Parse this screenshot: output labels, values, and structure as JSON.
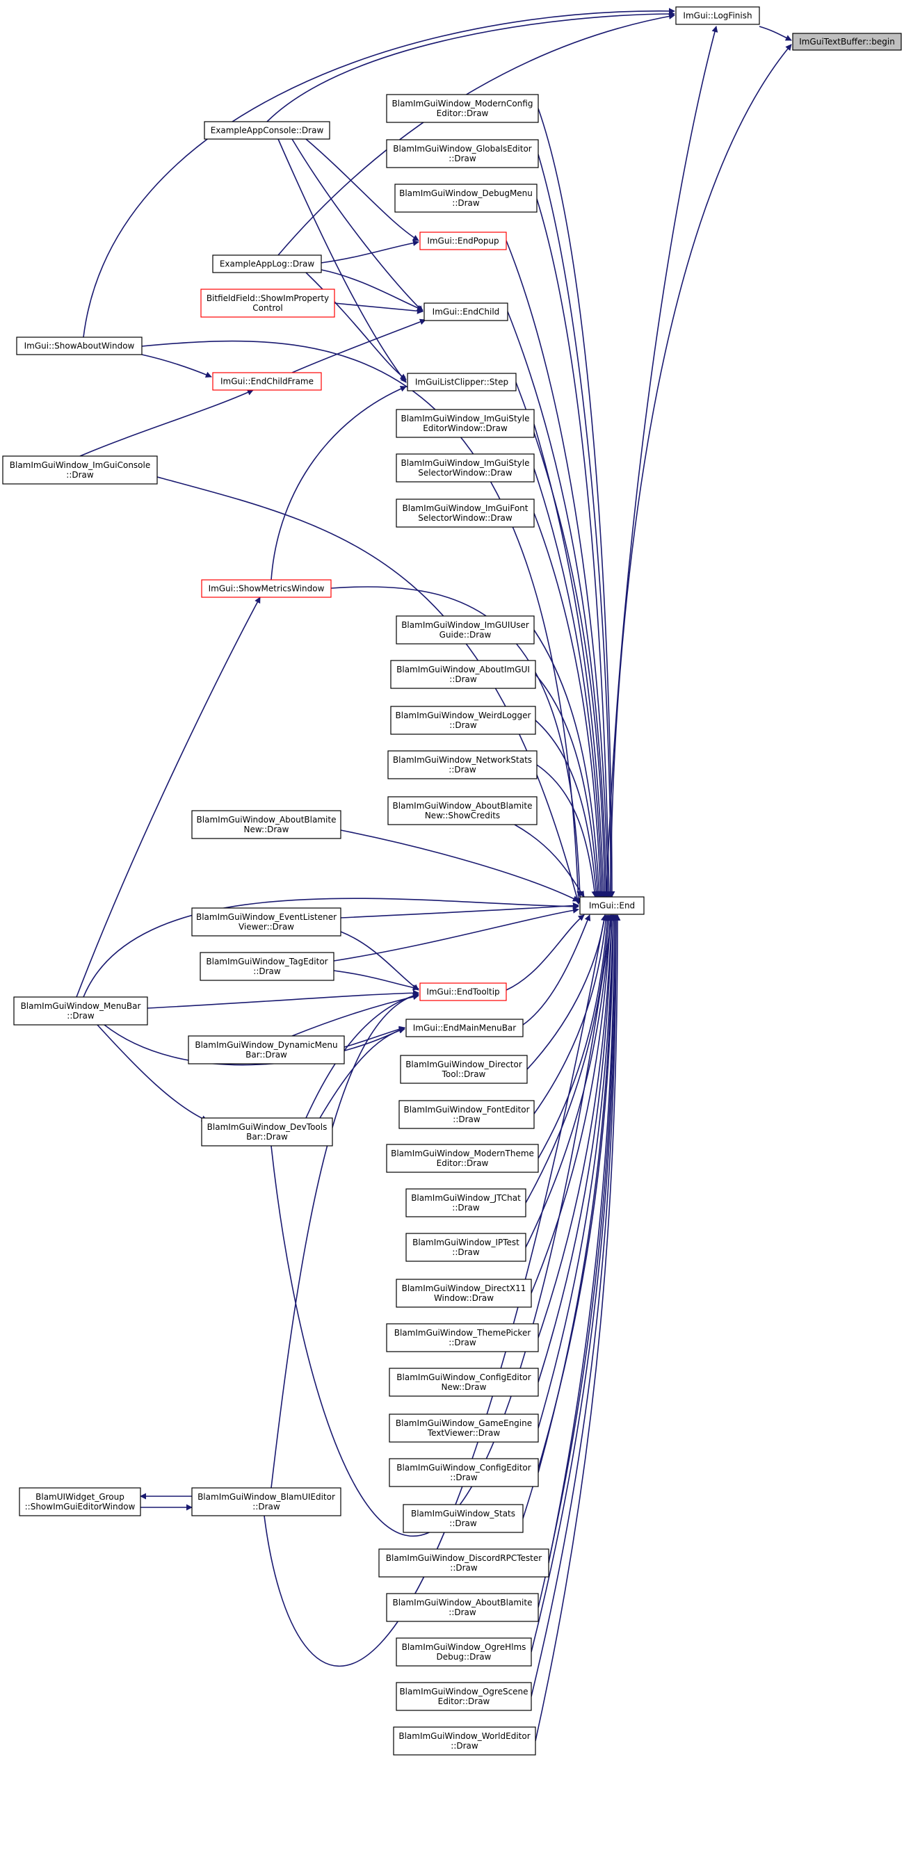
{
  "colors": {
    "edge": "#191970",
    "box_border": "#000000",
    "red_border": "#ff0000",
    "root_fill": "#bfbfbf",
    "box_fill": "#ffffff"
  },
  "nodes": {
    "n_textbuffer_begin": {
      "lines": [
        "ImGuiTextBuffer::begin"
      ],
      "style": "root"
    },
    "n_logfinish": {
      "lines": [
        "ImGui::LogFinish"
      ],
      "style": "normal"
    },
    "n_end": {
      "lines": [
        "ImGui::End"
      ],
      "style": "normal"
    },
    "n_example_console": {
      "lines": [
        "ExampleAppConsole::Draw"
      ],
      "style": "normal"
    },
    "n_example_log": {
      "lines": [
        "ExampleAppLog::Draw"
      ],
      "style": "normal"
    },
    "n_bitfield": {
      "lines": [
        "BitfieldField::ShowImProperty",
        "Control"
      ],
      "style": "red"
    },
    "n_show_about": {
      "lines": [
        "ImGui::ShowAboutWindow"
      ],
      "style": "normal"
    },
    "n_endchildframe": {
      "lines": [
        "ImGui::EndChildFrame"
      ],
      "style": "red"
    },
    "n_imgui_console": {
      "lines": [
        "BlamImGuiWindow_ImGuiConsole",
        "::Draw"
      ],
      "style": "normal"
    },
    "n_metrics": {
      "lines": [
        "ImGui::ShowMetricsWindow"
      ],
      "style": "red"
    },
    "n_about_blamite_new": {
      "lines": [
        "BlamImGuiWindow_AboutBlamite",
        "New::Draw"
      ],
      "style": "normal"
    },
    "n_event_listener": {
      "lines": [
        "BlamImGuiWindow_EventListener",
        "Viewer::Draw"
      ],
      "style": "normal"
    },
    "n_tag_editor": {
      "lines": [
        "BlamImGuiWindow_TagEditor",
        "::Draw"
      ],
      "style": "normal"
    },
    "n_menubar": {
      "lines": [
        "BlamImGuiWindow_MenuBar",
        "::Draw"
      ],
      "style": "normal"
    },
    "n_dynamic_menubar": {
      "lines": [
        "BlamImGuiWindow_DynamicMenu",
        "Bar::Draw"
      ],
      "style": "normal"
    },
    "n_devtools": {
      "lines": [
        "BlamImGuiWindow_DevTools",
        "Bar::Draw"
      ],
      "style": "normal"
    },
    "n_widget_group": {
      "lines": [
        "BlamUIWidget_Group",
        "::ShowImGuiEditorWindow"
      ],
      "style": "normal"
    },
    "n_blam_ui_editor": {
      "lines": [
        "BlamImGuiWindow_BlamUIEditor",
        "::Draw"
      ],
      "style": "normal"
    },
    "n_modern_config": {
      "lines": [
        "BlamImGuiWindow_ModernConfig",
        "Editor::Draw"
      ],
      "style": "normal"
    },
    "n_globals_editor": {
      "lines": [
        "BlamImGuiWindow_GlobalsEditor",
        "::Draw"
      ],
      "style": "normal"
    },
    "n_debug_menu": {
      "lines": [
        "BlamImGuiWindow_DebugMenu",
        "::Draw"
      ],
      "style": "normal"
    },
    "n_endpopup": {
      "lines": [
        "ImGui::EndPopup"
      ],
      "style": "red"
    },
    "n_endchild": {
      "lines": [
        "ImGui::EndChild"
      ],
      "style": "normal"
    },
    "n_listclipper": {
      "lines": [
        "ImGuiListClipper::Step"
      ],
      "style": "normal"
    },
    "n_style_editor": {
      "lines": [
        "BlamImGuiWindow_ImGuiStyle",
        "EditorWindow::Draw"
      ],
      "style": "normal"
    },
    "n_style_selector": {
      "lines": [
        "BlamImGuiWindow_ImGuiStyle",
        "SelectorWindow::Draw"
      ],
      "style": "normal"
    },
    "n_font_selector": {
      "lines": [
        "BlamImGuiWindow_ImGuiFont",
        "SelectorWindow::Draw"
      ],
      "style": "normal"
    },
    "n_user_guide": {
      "lines": [
        "BlamImGuiWindow_ImGUIUser",
        "Guide::Draw"
      ],
      "style": "normal"
    },
    "n_about_imgui": {
      "lines": [
        "BlamImGuiWindow_AboutImGUI",
        "::Draw"
      ],
      "style": "normal"
    },
    "n_weird_logger": {
      "lines": [
        "BlamImGuiWindow_WeirdLogger",
        "::Draw"
      ],
      "style": "normal"
    },
    "n_network_stats": {
      "lines": [
        "BlamImGuiWindow_NetworkStats",
        "::Draw"
      ],
      "style": "normal"
    },
    "n_show_credits": {
      "lines": [
        "BlamImGuiWindow_AboutBlamite",
        "New::ShowCredits"
      ],
      "style": "normal"
    },
    "n_endtooltip": {
      "lines": [
        "ImGui::EndTooltip"
      ],
      "style": "red"
    },
    "n_endmainmenubar": {
      "lines": [
        "ImGui::EndMainMenuBar"
      ],
      "style": "normal"
    },
    "n_director_tool": {
      "lines": [
        "BlamImGuiWindow_Director",
        "Tool::Draw"
      ],
      "style": "normal"
    },
    "n_font_editor": {
      "lines": [
        "BlamImGuiWindow_FontEditor",
        "::Draw"
      ],
      "style": "normal"
    },
    "n_modern_theme": {
      "lines": [
        "BlamImGuiWindow_ModernTheme",
        "Editor::Draw"
      ],
      "style": "normal"
    },
    "n_jtchat": {
      "lines": [
        "BlamImGuiWindow_JTChat",
        "::Draw"
      ],
      "style": "normal"
    },
    "n_iptest": {
      "lines": [
        "BlamImGuiWindow_IPTest",
        "::Draw"
      ],
      "style": "normal"
    },
    "n_directx11": {
      "lines": [
        "BlamImGuiWindow_DirectX11",
        "Window::Draw"
      ],
      "style": "normal"
    },
    "n_theme_picker": {
      "lines": [
        "BlamImGuiWindow_ThemePicker",
        "::Draw"
      ],
      "style": "normal"
    },
    "n_config_editor_new": {
      "lines": [
        "BlamImGuiWindow_ConfigEditor",
        "New::Draw"
      ],
      "style": "normal"
    },
    "n_game_engine_text": {
      "lines": [
        "BlamImGuiWindow_GameEngine",
        "TextViewer::Draw"
      ],
      "style": "normal"
    },
    "n_config_editor": {
      "lines": [
        "BlamImGuiWindow_ConfigEditor",
        "::Draw"
      ],
      "style": "normal"
    },
    "n_stats": {
      "lines": [
        "BlamImGuiWindow_Stats",
        "::Draw"
      ],
      "style": "normal"
    },
    "n_discord_rpc": {
      "lines": [
        "BlamImGuiWindow_DiscordRPCTester",
        "::Draw"
      ],
      "style": "normal"
    },
    "n_about_blamite": {
      "lines": [
        "BlamImGuiWindow_AboutBlamite",
        "::Draw"
      ],
      "style": "normal"
    },
    "n_ogre_hlms": {
      "lines": [
        "BlamImGuiWindow_OgreHlms",
        "Debug::Draw"
      ],
      "style": "normal"
    },
    "n_ogre_scene": {
      "lines": [
        "BlamImGuiWindow_OgreScene",
        "Editor::Draw"
      ],
      "style": "normal"
    },
    "n_world_editor": {
      "lines": [
        "BlamImGuiWindow_WorldEditor",
        "::Draw"
      ],
      "style": "normal"
    }
  }
}
